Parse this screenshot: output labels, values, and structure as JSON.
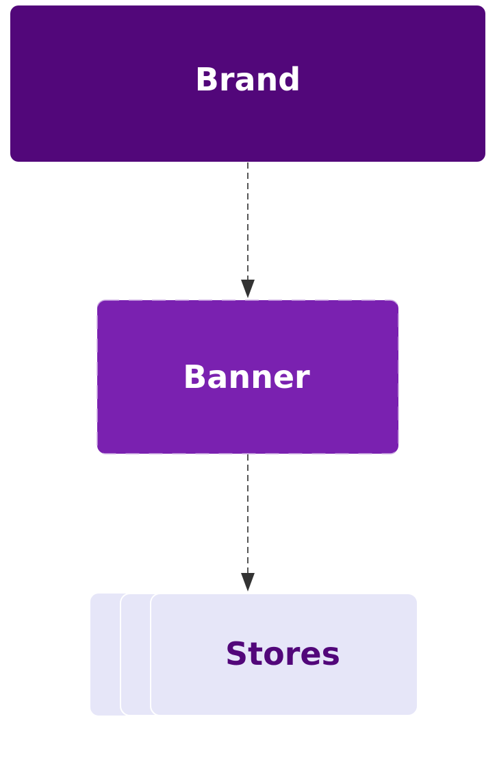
{
  "diagram": {
    "nodes": [
      {
        "id": "brand",
        "label": "Brand",
        "fill": "#52077a",
        "text_color": "#ffffff"
      },
      {
        "id": "banner",
        "label": "Banner",
        "fill": "#7a21b0",
        "text_color": "#ffffff"
      },
      {
        "id": "stores",
        "label": "Stores",
        "fill": "#e6e6f8",
        "text_color": "#52077a"
      }
    ],
    "edges": [
      {
        "from": "brand",
        "to": "banner",
        "style": "dashed"
      },
      {
        "from": "banner",
        "to": "stores",
        "style": "dashed"
      }
    ],
    "edge_color": "#333333"
  }
}
